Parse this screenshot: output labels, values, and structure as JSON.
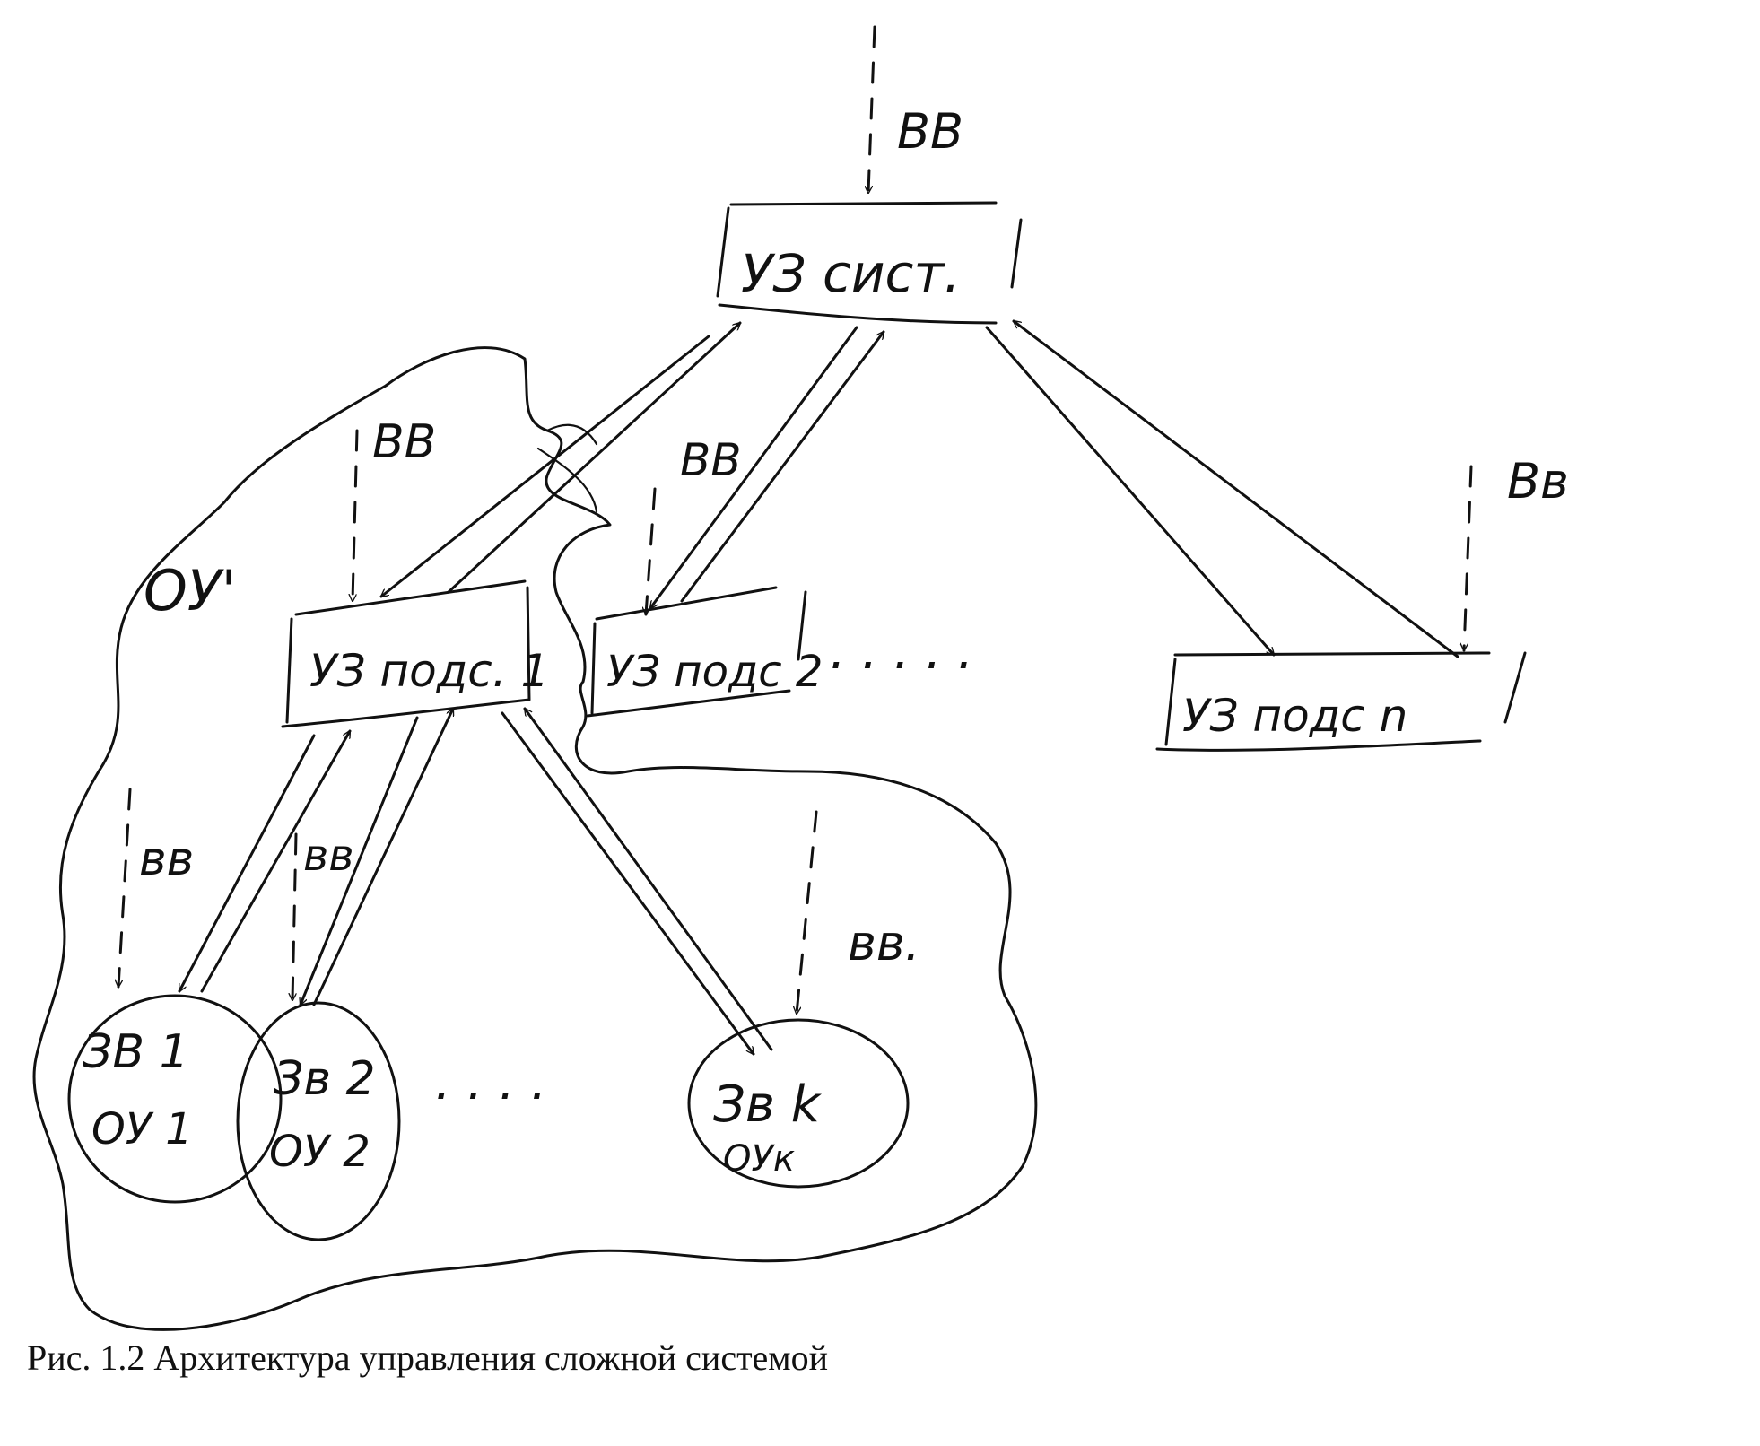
{
  "system_node": {
    "label": "УЗ сист.",
    "input": "ВВ"
  },
  "subsystem_nodes": [
    {
      "label": "УЗ подс. 1",
      "input": "ВВ"
    },
    {
      "label": "УЗ подс 2",
      "input": "ВВ"
    },
    {
      "label": "УЗ подс n",
      "input": "Вв"
    }
  ],
  "subsystem_ellipsis": ". . . . .",
  "object_region_label": "ОУ'",
  "elements": [
    {
      "top": "ЗВ 1",
      "bottom": "ОУ 1",
      "input": "вв"
    },
    {
      "top": "Зв 2",
      "bottom": "ОУ 2",
      "input": "вв"
    },
    {
      "top": "Зв k",
      "bottom": "ОУк",
      "input": "вв."
    }
  ],
  "element_ellipsis": ". . . .",
  "caption": "Рис. 1.2 Архитектура управления сложной системой"
}
